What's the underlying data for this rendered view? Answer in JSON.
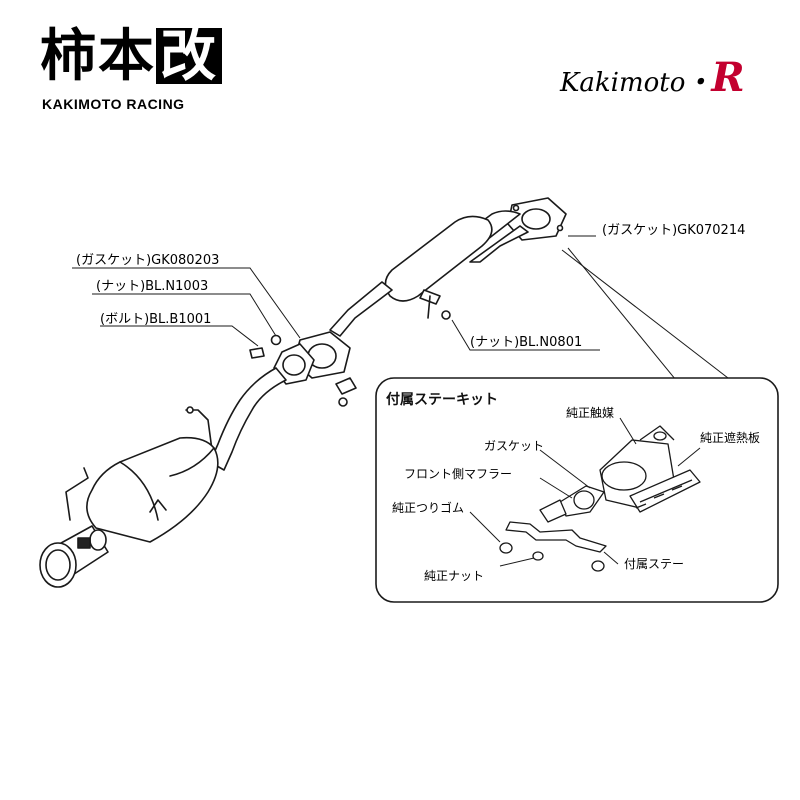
{
  "brand": {
    "kanji": "柿本",
    "kanji_boxed": "改",
    "english": "KAKIMOTO RACING",
    "script_name": "Kakimoto",
    "script_sep": "・",
    "script_r": "R"
  },
  "callouts": {
    "gasket_front": "(ガスケット)GK070214",
    "gasket_mid": "(ガスケット)GK080203",
    "nut_mid": "(ナット)BL.N1003",
    "bolt_mid": "(ボルト)BL.B1001",
    "nut_hanger": "(ナット)BL.N0801"
  },
  "inset": {
    "title": "付属ステーキット",
    "catalyst": "純正触媒",
    "heat_shield": "純正遮熱板",
    "gasket": "ガスケット",
    "front_muffler": "フロント側マフラー",
    "rubber": "純正つりゴム",
    "nut": "純正ナット",
    "stay": "付属ステー"
  },
  "colors": {
    "line": "#1a1a1a",
    "pipe_fill": "#ffffff",
    "accent_r": "#c3002f"
  }
}
